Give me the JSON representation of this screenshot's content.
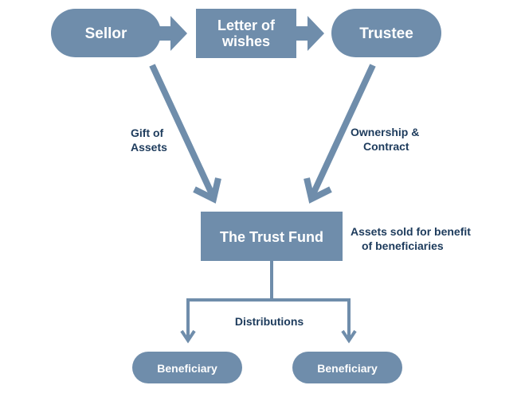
{
  "colors": {
    "node_fill": "#6f8dab",
    "node_text": "#ffffff",
    "label_text": "#1d3b5c",
    "background": "#ffffff"
  },
  "nodes": {
    "seller": "Sellor",
    "letter": [
      "Letter of",
      "wishes"
    ],
    "trustee": "Trustee",
    "trust_fund": "The Trust Fund",
    "beneficiary_left": "Beneficiary",
    "beneficiary_right": "Beneficiary"
  },
  "labels": {
    "gift": [
      "Gift of",
      "Assets"
    ],
    "ownership": [
      "Ownership &",
      "Contract"
    ],
    "assets_sold": [
      "Assets sold for benefit",
      "of beneficiaries"
    ],
    "distributions": "Distributions"
  }
}
